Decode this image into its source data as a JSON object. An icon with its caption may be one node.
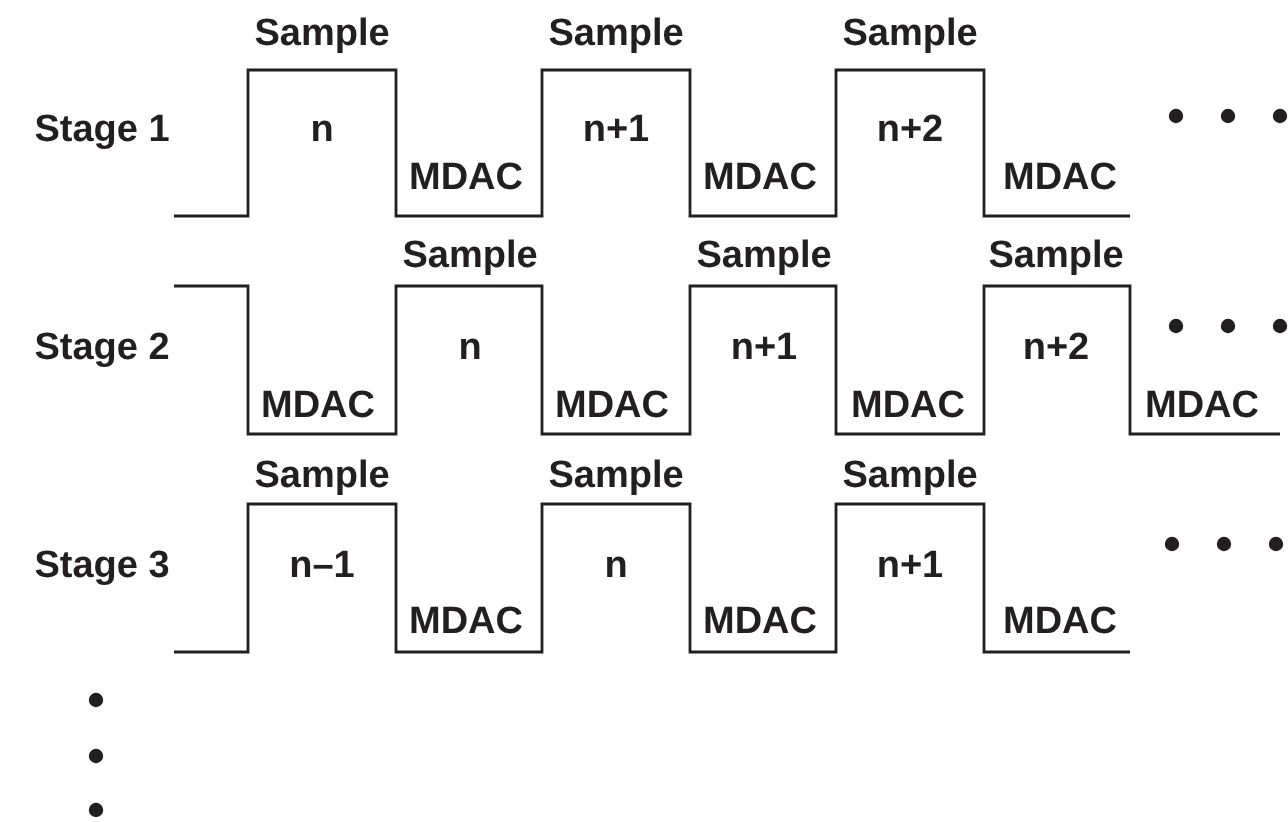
{
  "diagram": {
    "labels": [
      "Sample",
      "Sample",
      "Sample",
      "Stage 1",
      "n",
      "n+1",
      "n+2",
      "MDAC",
      "MDAC",
      "MDAC",
      "Sample",
      "Sample",
      "Sample",
      "Stage 2",
      "n",
      "n+1",
      "n+2",
      "MDAC",
      "MDAC",
      "MDAC",
      "MDAC",
      "Sample",
      "Sample",
      "Sample",
      "Stage 3",
      "n–1",
      "n",
      "n+1",
      "MDAC",
      "MDAC",
      "MDAC"
    ]
  }
}
